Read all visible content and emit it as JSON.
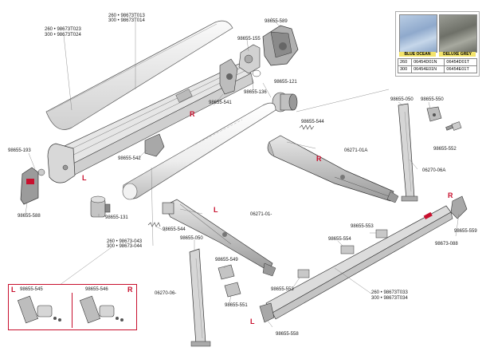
{
  "colors": {
    "accent_red": "#c8102e",
    "blue_ocean": "#9db8d8",
    "deluxe_grey": "#7e8078"
  },
  "color_chart": {
    "swatches": [
      {
        "name": "BLUE OCEAN"
      },
      {
        "name": "DELUXE GREY"
      }
    ],
    "rows": [
      {
        "size": "260",
        "blue": "06454D01N",
        "grey": "06454D01T"
      },
      {
        "size": "300",
        "blue": "06454E01N",
        "grey": "06454E01T"
      }
    ]
  },
  "side_markers": {
    "left": "L",
    "right": "R"
  },
  "parts": {
    "cover_260": "260 • 98673T013",
    "cover_300": "300 • 98673T014",
    "front_rail_260": "260 • 98673T023",
    "front_rail_300": "300 • 98673T024",
    "p589": "98655-589",
    "p155": "98655-155",
    "p121": "98655-121",
    "p136": "98655-136",
    "p541": "98655-541",
    "p193": "98655-193",
    "p588": "98655-588",
    "p542": "98655-542",
    "p131": "98655-131",
    "tube_260": "260 • 98673-043",
    "tube_300": "300 • 98673-044",
    "p544a": "98655-544",
    "p544b": "98655-544",
    "p06271a": "06271-01A",
    "p050a": "98655-050",
    "p550": "98655-550",
    "p552": "98655-552",
    "p06270a": "06270-06A",
    "p06271": "06271-01-",
    "p050b": "98655-050",
    "p06270": "06270-06-",
    "p549": "98655-549",
    "p551": "98655-551",
    "p553a": "98655-553",
    "p554": "98655-554",
    "p553b": "98655-553",
    "p559": "98655-559",
    "p088": "98673-088",
    "lead_260": "260 • 98673T033",
    "lead_300": "300 • 98673T034",
    "p558": "98655-558",
    "p545": "98655-545",
    "p546": "98655-546"
  }
}
